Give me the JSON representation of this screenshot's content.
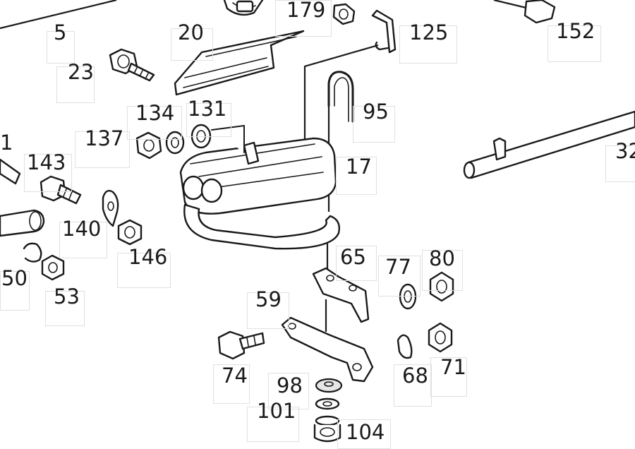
{
  "parts": [
    {
      "id": "p179",
      "label": "179"
    },
    {
      "id": "p5",
      "label": "5"
    },
    {
      "id": "p20",
      "label": "20"
    },
    {
      "id": "p125",
      "label": "125"
    },
    {
      "id": "p152",
      "label": "152"
    },
    {
      "id": "p23",
      "label": "23"
    },
    {
      "id": "p95",
      "label": "95"
    },
    {
      "id": "p134",
      "label": "134"
    },
    {
      "id": "p131",
      "label": "131"
    },
    {
      "id": "p137",
      "label": "137"
    },
    {
      "id": "p1",
      "label": "1"
    },
    {
      "id": "p143",
      "label": "143"
    },
    {
      "id": "p17",
      "label": "17"
    },
    {
      "id": "p32",
      "label": "32"
    },
    {
      "id": "p140",
      "label": "140"
    },
    {
      "id": "p146",
      "label": "146"
    },
    {
      "id": "p65",
      "label": "65"
    },
    {
      "id": "p77",
      "label": "77"
    },
    {
      "id": "p80",
      "label": "80"
    },
    {
      "id": "p50",
      "label": "50"
    },
    {
      "id": "p53",
      "label": "53"
    },
    {
      "id": "p59",
      "label": "59"
    },
    {
      "id": "p74",
      "label": "74"
    },
    {
      "id": "p68",
      "label": "68"
    },
    {
      "id": "p71",
      "label": "71"
    },
    {
      "id": "p98",
      "label": "98"
    },
    {
      "id": "p101",
      "label": "101"
    },
    {
      "id": "p104",
      "label": "104"
    }
  ]
}
